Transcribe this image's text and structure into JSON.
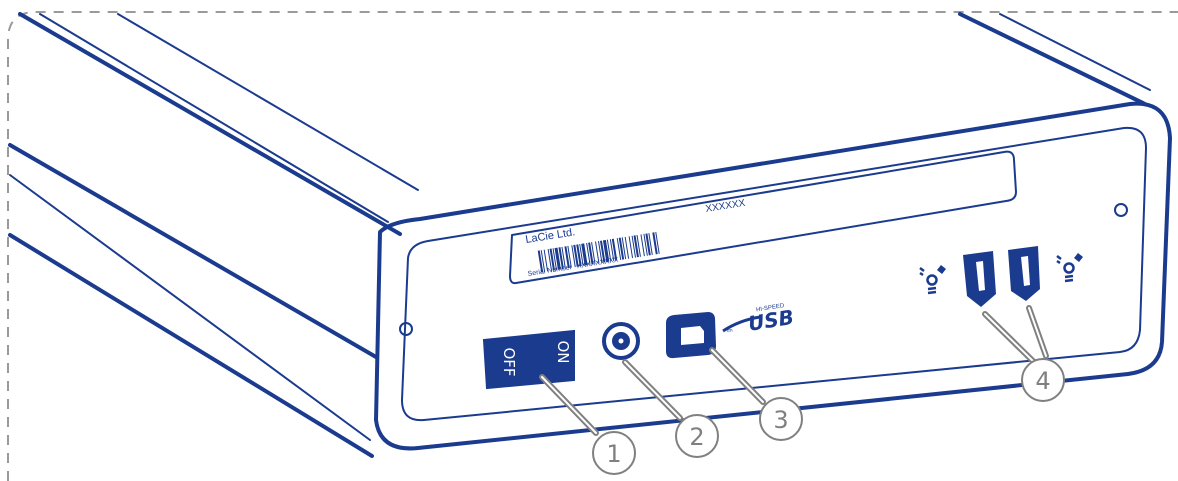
{
  "colors": {
    "outline": "#1b3b8f",
    "callout": "#808080",
    "background": "#ffffff",
    "dash": "#9a9a9a"
  },
  "device": {
    "label_company": "LaCie Ltd.",
    "label_code": "XXXXXX",
    "serial_prefix": "Serial Number",
    "serial_value": "XXXXXXXXX",
    "switch_on": "ON",
    "switch_off": "OFF",
    "usb_logo": "USB",
    "usb_logo_small": "HI-SPEED",
    "usb_logo_tag": "tm"
  },
  "callouts": [
    {
      "number": "1",
      "target": "power-switch"
    },
    {
      "number": "2",
      "target": "power-jack"
    },
    {
      "number": "3",
      "target": "usb-port"
    },
    {
      "number": "4",
      "target": "firewire-ports"
    }
  ]
}
